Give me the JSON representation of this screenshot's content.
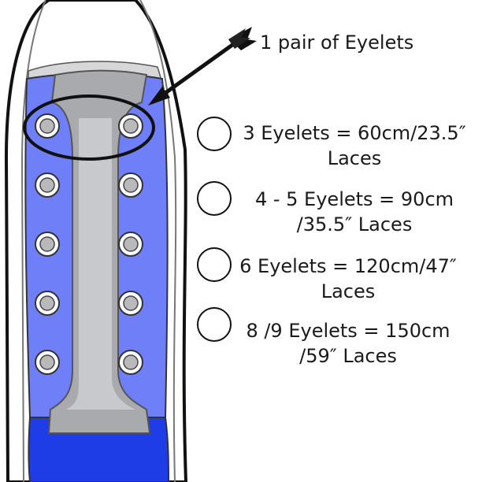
{
  "title": {
    "text": "1 pair of Eyelets"
  },
  "colors": {
    "shoe_blue": "#6f7ff7",
    "toe_blue": "#1f3de6",
    "tongue_gray": "#a9aaad",
    "outline": "#111111"
  },
  "icons": [
    "arrow-icon",
    "eyelet-icon",
    "circle-option-icon"
  ],
  "options": [
    {
      "line1": "3 Eyelets = 60cm/23.5″",
      "line2": "Laces"
    },
    {
      "line1": "4 - 5 Eyelets = 90cm",
      "line2": "/35.5″ Laces"
    },
    {
      "line1": "6 Eyelets = 120cm/47″",
      "line2": "Laces"
    },
    {
      "line1": "8 /9 Eyelets = 150cm",
      "line2": "/59″ Laces"
    }
  ]
}
